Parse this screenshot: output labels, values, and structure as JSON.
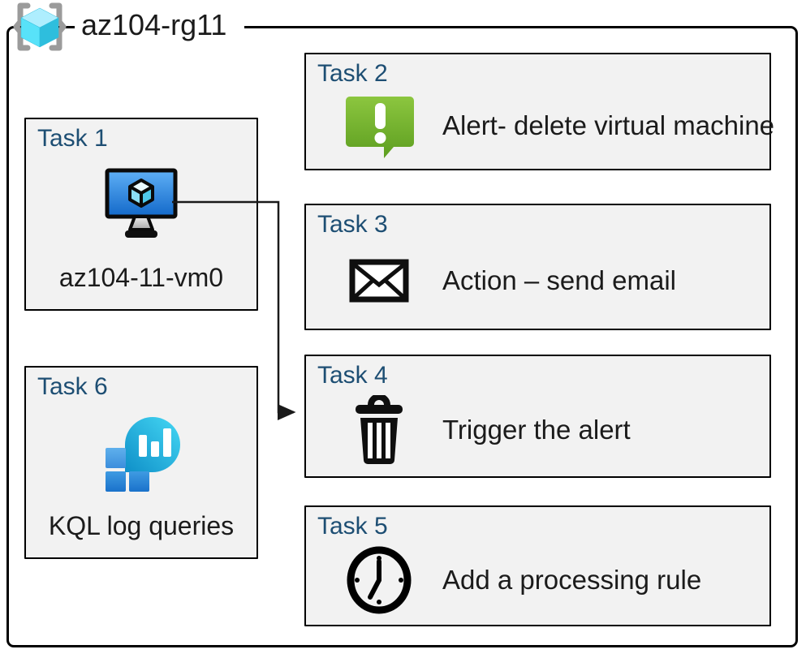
{
  "diagram": {
    "resource_group": {
      "label": "az104-rg11",
      "icon": "resource-group-icon"
    },
    "tasks": [
      {
        "id": "task-1",
        "title": "Task 1",
        "label": "az104-11-vm0",
        "icon": "virtual-machine-icon"
      },
      {
        "id": "task-2",
        "title": "Task 2",
        "label": "Alert- delete virtual machine",
        "icon": "alert-icon"
      },
      {
        "id": "task-3",
        "title": "Task 3",
        "label": "Action – send email",
        "icon": "email-icon"
      },
      {
        "id": "task-4",
        "title": "Task 4",
        "label": "Trigger the alert",
        "icon": "trash-icon"
      },
      {
        "id": "task-5",
        "title": "Task 5",
        "label": "Add a processing rule",
        "icon": "clock-icon"
      },
      {
        "id": "task-6",
        "title": "Task 6",
        "label": "KQL log queries",
        "icon": "kql-log-queries-icon"
      }
    ],
    "connector": {
      "from": "task-1",
      "to": "task-4"
    },
    "colors": {
      "box_fill": "#f2f2f2",
      "border": "#000000",
      "task_title": "#1d4e73",
      "body_text": "#1b1b1b",
      "alert_green": "#6fb82e",
      "vm_screen_blue": "#2079d8",
      "cube_cyan": "#50e6ff",
      "kql_cyan": "#1e9fd4",
      "kql_square_blue": "#2a86d4",
      "bracket_gray": "#9b9b9b"
    }
  }
}
